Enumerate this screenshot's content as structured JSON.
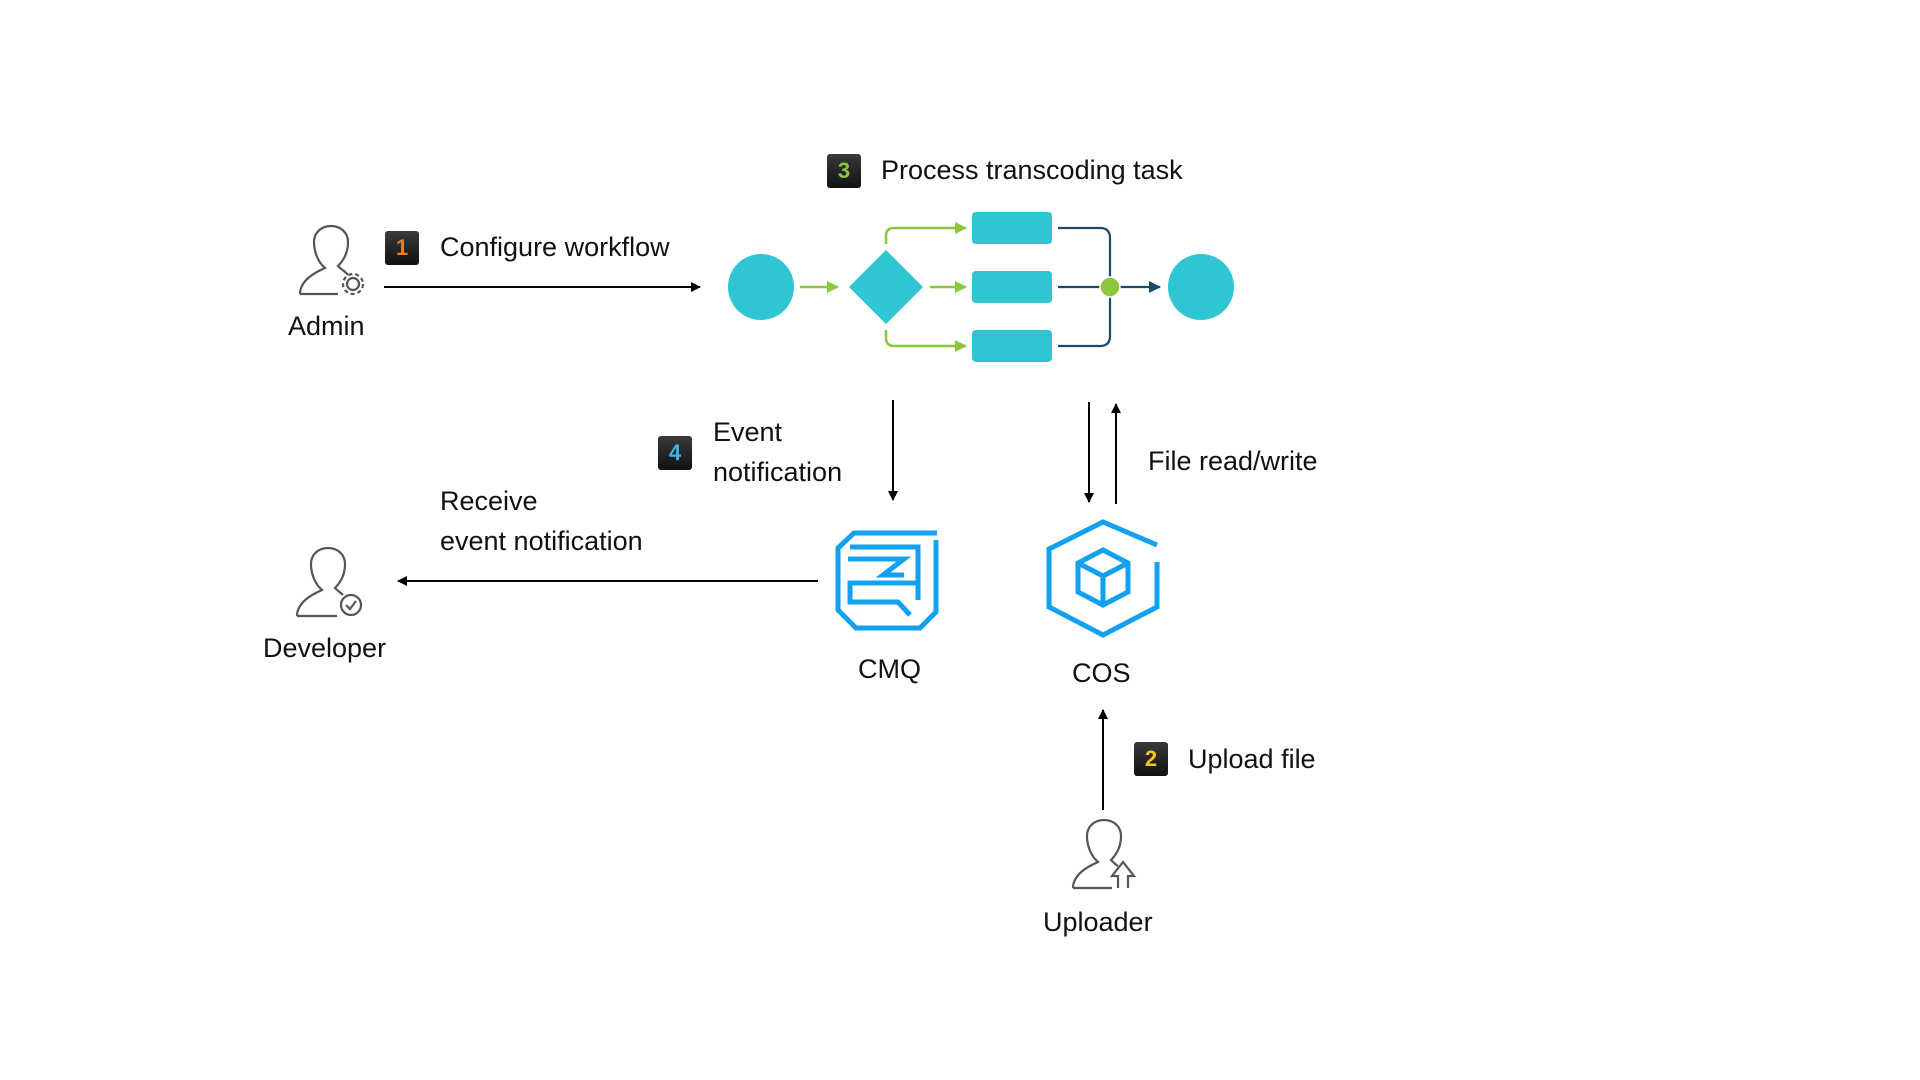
{
  "diagram": {
    "steps": [
      {
        "number": "1",
        "label": "Configure workflow",
        "color": "#f07a1a"
      },
      {
        "number": "2",
        "label": "Upload file",
        "color": "#f5c518"
      },
      {
        "number": "3",
        "label": "Process transcoding task",
        "color": "#8cc63f"
      },
      {
        "number": "4",
        "label_line1": "Event",
        "label_line2": "notification",
        "color": "#3ab5f0"
      }
    ],
    "actors": {
      "admin": "Admin",
      "developer": "Developer",
      "uploader": "Uploader"
    },
    "services": {
      "cmq": "CMQ",
      "cos": "COS"
    },
    "edges": {
      "file_rw": "File read/write",
      "receive_line1": "Receive",
      "receive_line2": "event notification"
    },
    "colors": {
      "node": "#2fc5d2",
      "green_arrow": "#8cc63f",
      "dark_line": "#1b4a6b",
      "service_blue": "#12a0f0",
      "actor_gray": "#555555"
    }
  }
}
